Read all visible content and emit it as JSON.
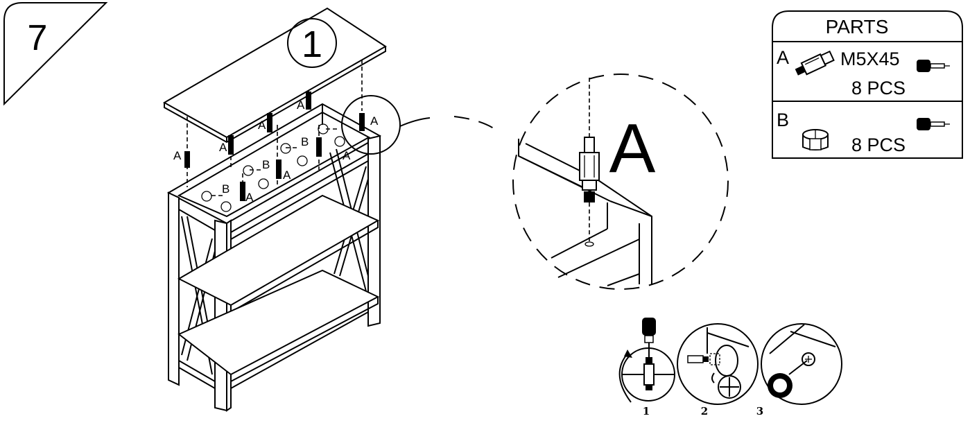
{
  "step": {
    "number": "7"
  },
  "board": {
    "id": "1"
  },
  "diagram": {
    "label_a": "A",
    "label_b": "B",
    "detail_label": "A"
  },
  "parts": {
    "title": "PARTS",
    "items": [
      {
        "code": "A",
        "spec": "M5X45",
        "qty": "8 PCS",
        "icon": "dowel-bolt-icon",
        "tool": "screwdriver-icon"
      },
      {
        "code": "B",
        "spec": "",
        "qty": "8 PCS",
        "icon": "cam-lock-icon",
        "tool": "screwdriver-icon"
      }
    ]
  },
  "substeps": [
    {
      "num": "1",
      "icon": "insert-bolt-icon"
    },
    {
      "num": "2",
      "icon": "insert-cam-icon"
    },
    {
      "num": "3",
      "icon": "tighten-cam-icon"
    }
  ]
}
